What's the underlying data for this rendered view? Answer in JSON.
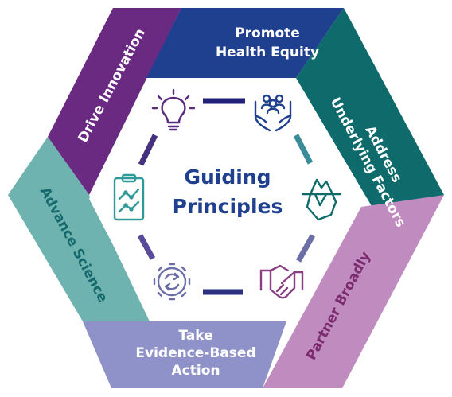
{
  "center": {
    "line1": "Guiding",
    "line2": "Principles"
  },
  "segments": {
    "promote": {
      "line1": "Promote",
      "line2": "Health Equity",
      "color": "#1f3f8f"
    },
    "address": {
      "line1": "Address",
      "line2": "Underlying Factors",
      "color": "#0f6b6b"
    },
    "partner": {
      "line1": "Partner Broadly",
      "color": "#c08bbf"
    },
    "evidence": {
      "line1": "Take",
      "line2": "Evidence-Based",
      "line3": "Action",
      "color": "#8f92c9"
    },
    "science": {
      "line1": "Advance Science",
      "color": "#6fb3b0"
    },
    "innovation": {
      "line1": "Drive Innovation",
      "color": "#6a2a82"
    }
  },
  "icons": {
    "innovation": "lightbulb-icon",
    "equity": "hands-people-icon",
    "factors": "iceberg-icon",
    "partner": "handshake-icon",
    "evidence": "gear-cycle-icon",
    "science": "clipboard-chart-icon"
  }
}
